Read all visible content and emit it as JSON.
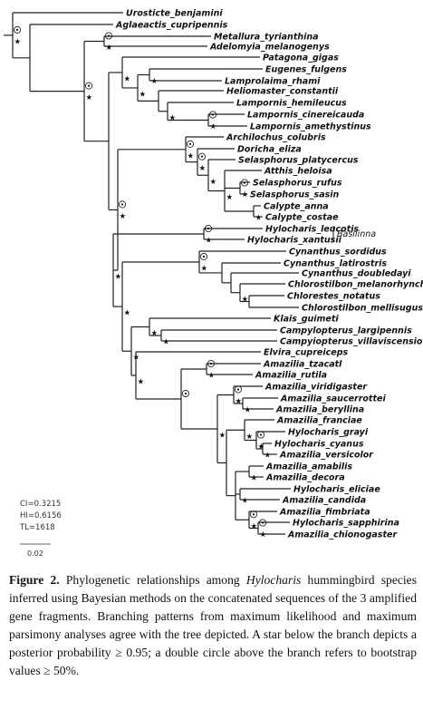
{
  "tree": {
    "taxa": [
      "Urosticte_benjamini",
      "Aglaeactis_cupripennis",
      "Metallura_tyrianthina",
      "Adelomyia_melanogenys",
      "Patagona_gigas",
      "Eugenes_fulgens",
      "Lamprolaima_rhami",
      "Heliomaster_constantii",
      "Lampornis_hemileucus",
      "Lampornis_cinereicauda",
      "Lampornis_amethystinus",
      "Archilochus_colubris",
      "Doricha_eliza",
      "Selasphorus_platycercus",
      "Atthis_heloisa",
      "Selasphorus_rufus",
      "Selasphorus_sasin",
      "Calypte_anna",
      "Calypte_costae",
      "Hylocharis_leucotis",
      "Hylocharis_xantusii",
      "Cynanthus_sordidus",
      "Cynanthus_latirostris",
      "Cynanthus_doubledayi",
      "Chlorostilbon_melanorhynchus",
      "Chlorestes_notatus",
      "Chlorostilbon_mellisugus",
      "Klais_guimeti",
      "Campylopterus_largipennis",
      "Campyiopterus_villaviscensio",
      "Elvira_cupreiceps",
      "Amazilia_tzacatl",
      "Amazilia_rutila",
      "Amazilia_viridigaster",
      "Amazilia_saucerrottei",
      "Amazilia_beryllina",
      "Amazilia_franciae",
      "Hylocharis_grayi",
      "Hylocharis_cyanus",
      "Amazilia_versicolor",
      "Amazilia_amabilis",
      "Amazilia_decora",
      "Hylocharis_eliciae",
      "Amazilia_candida",
      "Amazilia_fimbriata",
      "Hylocharis_sapphirina",
      "Amazilia_chionogaster"
    ],
    "clade_label": "Basilinna",
    "stats": [
      "CI=0.3215",
      "HI=0.6156",
      "TL=1618"
    ],
    "scale_label": "0.02"
  },
  "caption": {
    "label": "Figure 2.",
    "part1": " Phylogenetic relationships among ",
    "italic": "Hylocharis",
    "part2": " hummingbird species inferred using Bayesian methods on the concatenated sequences of the 3 amplified gene fragments. Branching patterns from maximum likelihood and maximum parsimony analyses agree with the tree depicted. A star below the branch depicts a posterior probability ≥ 0.95; a double circle above the branch refers to bootstrap values ≥ 50%."
  }
}
